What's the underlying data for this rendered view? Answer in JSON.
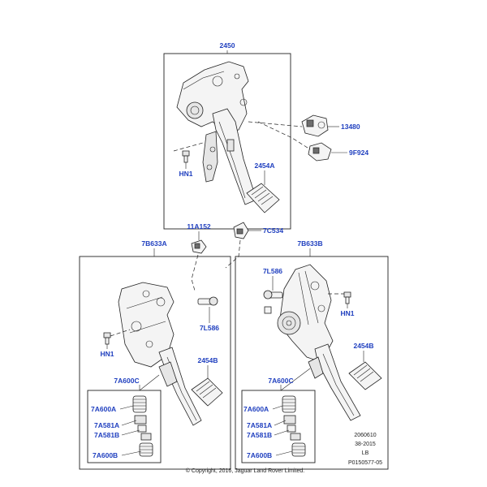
{
  "callouts": {
    "assembly_top": "2450",
    "switch_1": "13480",
    "switch_2": "9F924",
    "pad_top": "2454A",
    "bolt_top": "HN1",
    "connector_mid": "11A152",
    "connector_right": "7C534",
    "assembly_left": "7B633A",
    "assembly_right": "7B633B",
    "pin_left": "7L586",
    "pin_right": "7L586",
    "bolt_left": "HN1",
    "bolt_right": "HN1",
    "pad_left": "2454B",
    "pad_right": "2454B",
    "cylinder_left": "7A600C",
    "cylinder_right": "7A600C",
    "spring_a_left": "7A600A",
    "clip_a_left": "7A581A",
    "clip_b_left": "7A581B",
    "spring_b_left": "7A600B",
    "spring_a_right": "7A600A",
    "clip_a_right": "7A581A",
    "clip_b_right": "7A581B",
    "spring_b_right": "7A600B"
  },
  "meta": {
    "code_1": "2060610",
    "code_2": "38-2015",
    "code_3": "LB",
    "code_4": "P0150577-05",
    "copyright": "© Copyright, 2016, Jaguar Land Rover Limited."
  },
  "colors": {
    "callout": "#1f3fbf",
    "line": "#222222",
    "part_fill": "#f4f4f4"
  }
}
